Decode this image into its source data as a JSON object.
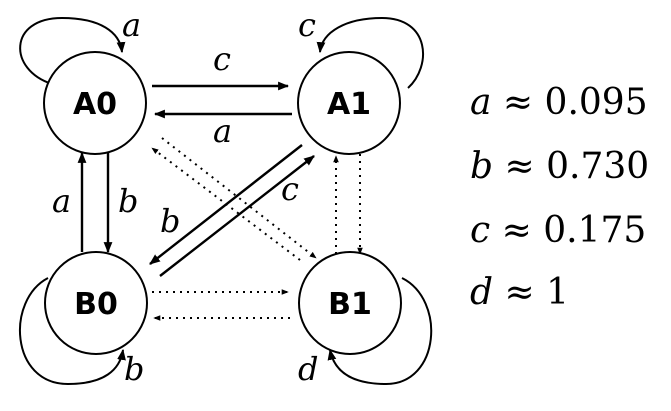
{
  "nodes": {
    "A0": "A0",
    "A1": "A1",
    "B0": "B0",
    "B1": "B1"
  },
  "edge_labels": {
    "loop_A0": "a",
    "loop_A1": "c",
    "loop_B0": "b",
    "loop_B1": "d",
    "A0_to_A1": "c",
    "A1_to_A0": "a",
    "B0_to_A0": "a",
    "A0_to_B0": "b",
    "A1_to_B0": "b",
    "B0_to_A1": "c"
  },
  "legend": [
    {
      "symbol": "a",
      "relation": "≈",
      "value": "0.095"
    },
    {
      "symbol": "b",
      "relation": "≈",
      "value": "0.730"
    },
    {
      "symbol": "c",
      "relation": "≈",
      "value": "0.175"
    },
    {
      "symbol": "d",
      "relation": "≈",
      "value": "1"
    }
  ]
}
